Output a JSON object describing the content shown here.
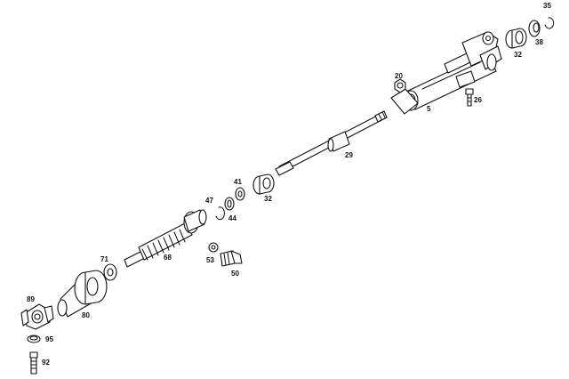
{
  "labels": {
    "p35": "35",
    "p38": "38",
    "p32a": "32",
    "p20": "20",
    "p26": "26",
    "p5": "5",
    "p29": "29",
    "p41": "41",
    "p47": "47",
    "p44": "44",
    "p32b": "32",
    "p68": "68",
    "p71": "71",
    "p53": "53",
    "p50": "50",
    "p89": "89",
    "p80": "80",
    "p95": "95",
    "p92": "92"
  },
  "colors": {
    "ink": "#111111",
    "paper": "#ffffff"
  }
}
